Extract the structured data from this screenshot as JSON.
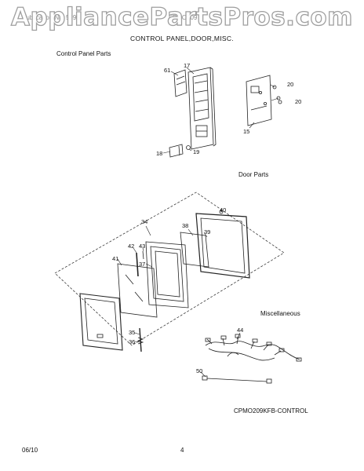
{
  "watermark": "AppliancePartsPros.com",
  "header": {
    "left": "Publication No. 5995",
    "right": "FPMO209"
  },
  "page_title": "CONTROL PANEL,DOOR,MISC.",
  "sections": {
    "control_panel": "Control Panel Parts",
    "door": "Door Parts",
    "misc": "Miscellaneous"
  },
  "callouts": {
    "c61": "61",
    "c17": "17",
    "c20a": "20",
    "c20b": "20",
    "c15": "15",
    "c18": "18",
    "c19": "19",
    "c40": "40",
    "c34": "34",
    "c38": "38",
    "c39": "39",
    "c42": "42",
    "c43": "43",
    "c41": "41",
    "c37": "37",
    "c35": "35",
    "c36": "36",
    "c44": "44",
    "c50": "50"
  },
  "footer": {
    "model_ref": "CPMO209KFB-CONTROL",
    "date": "06/10",
    "page": "4"
  }
}
